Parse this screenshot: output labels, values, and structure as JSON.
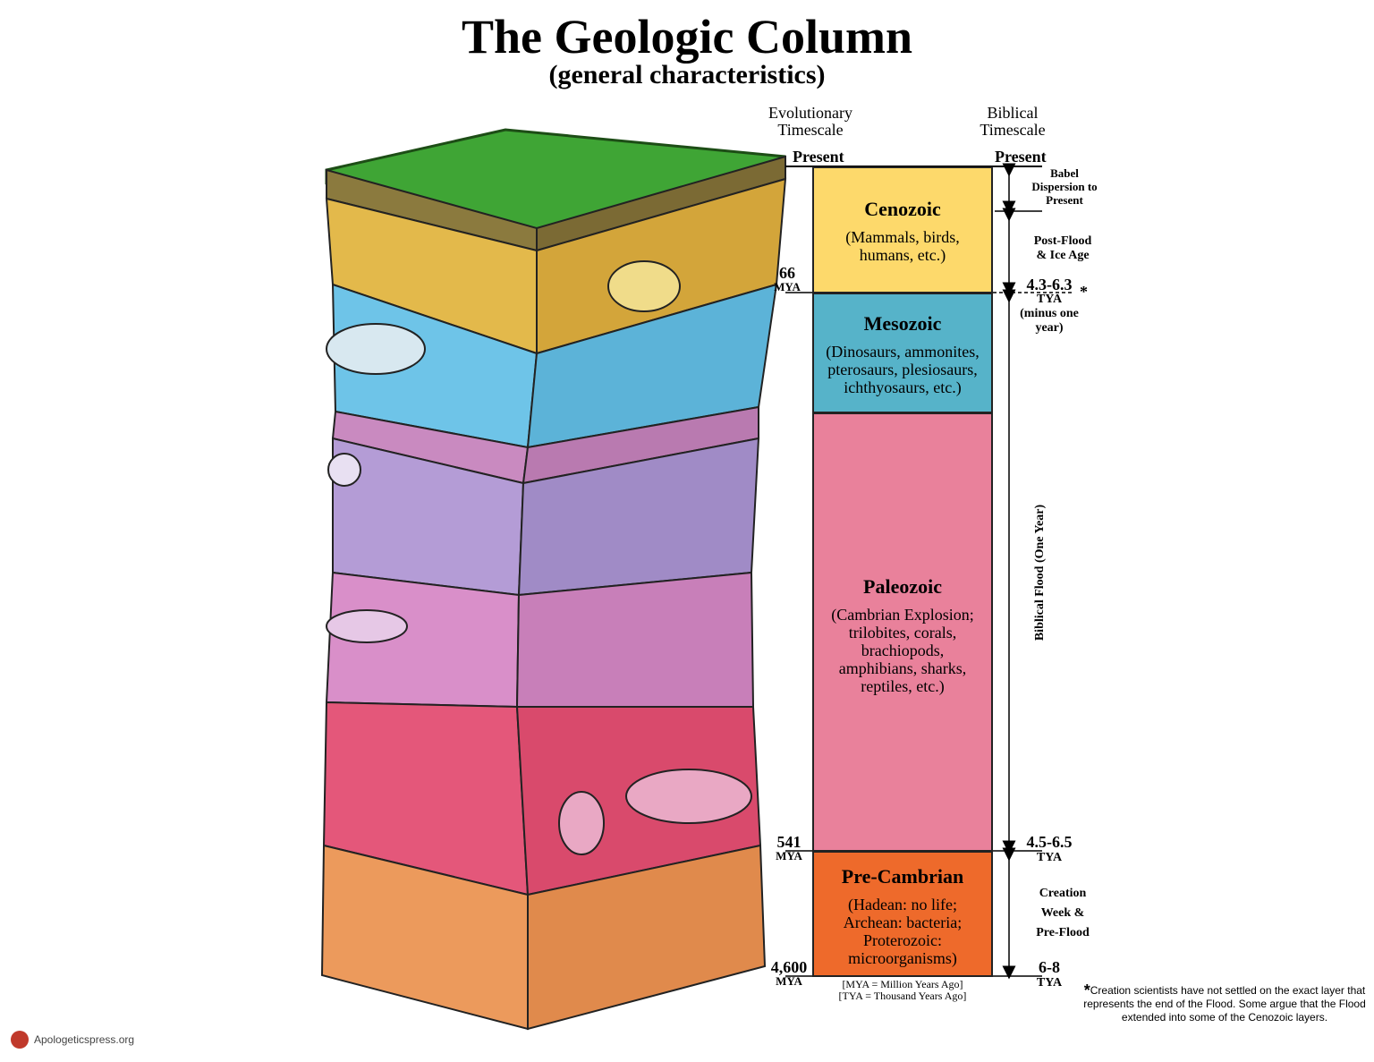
{
  "title": "The Geologic Column",
  "subtitle": "(general characteristics)",
  "headers": {
    "evolutionary": [
      "Evolutionary",
      "Timescale"
    ],
    "biblical": [
      "Biblical",
      "Timescale"
    ],
    "present_left": "Present",
    "present_right": "Present"
  },
  "eras": [
    {
      "name": "Cenozoic",
      "desc": [
        "(Mammals, birds,",
        "humans, etc.)"
      ],
      "color": "#fdd96b"
    },
    {
      "name": "Mesozoic",
      "desc": [
        "(Dinosaurs, ammonites,",
        "pterosaurs, plesiosaurs,",
        "ichthyosaurs, etc.)"
      ],
      "color": "#56b3c9"
    },
    {
      "name": "Paleozoic",
      "desc": [
        "(Cambrian Explosion;",
        "trilobites, corals,",
        "brachiopods,",
        "amphibians, sharks,",
        "reptiles, etc.)"
      ],
      "color": "#e9819b"
    },
    {
      "name": "Pre-Cambrian",
      "desc": [
        "(Hadean: no life;",
        "Archean: bacteria;",
        "Proterozoic:",
        "microorganisms)"
      ],
      "color": "#ee6a2b"
    }
  ],
  "mya_markers": [
    {
      "value": "66",
      "unit": "MYA"
    },
    {
      "value": "541",
      "unit": "MYA"
    },
    {
      "value": "4,600",
      "unit": "MYA"
    }
  ],
  "tya_markers": [
    {
      "value": "4.3-6.3",
      "unit": "TYA",
      "note": [
        "(minus one",
        "year)"
      ],
      "star": "*"
    },
    {
      "value": "4.5-6.5",
      "unit": "TYA"
    },
    {
      "value": "6-8",
      "unit": "TYA"
    }
  ],
  "biblical_periods": {
    "babel": [
      "Babel",
      "Dispersion to",
      "Present"
    ],
    "post_flood": [
      "Post-Flood",
      "& Ice Age"
    ],
    "flood": "Biblical Flood (One Year)",
    "creation": [
      "Creation",
      "Week &",
      "Pre-Flood"
    ]
  },
  "legend": [
    "[MYA = Million Years Ago]",
    "[TYA = Thousand Years Ago]"
  ],
  "footnote": {
    "star": "*",
    "text": "Creation scientists have not settled on the exact layer that represents the end of the Flood. Some argue that the Flood extended into some of the Cenozoic layers."
  },
  "logo_text": "Apologeticspress.org",
  "colors": {
    "grass": "#3fa535",
    "soil_top": "#8b7a3e",
    "cenozoic_rock": "#e3b94b",
    "mesozoic_rock": "#6ec4e8",
    "purple_rock": "#b49cd6",
    "pink_rock": "#d98fc9",
    "red_rock": "#e4577a",
    "orange_rock": "#ec9a5c"
  }
}
